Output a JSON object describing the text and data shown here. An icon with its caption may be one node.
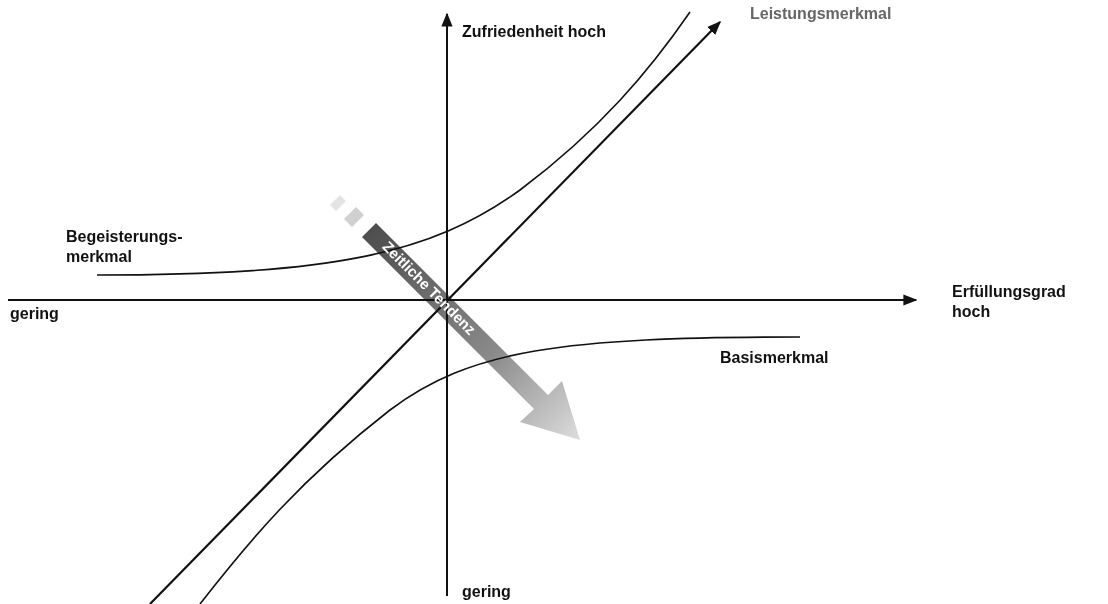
{
  "diagram": {
    "labels": [
      "Zufriedenheit hoch",
      "Leistungsmerkmal",
      "Begeisterungs-merkmal",
      "gering",
      "Erfüllungsgrad hoch",
      "Zeitliche Tendenz",
      "Basismerkmal",
      "gering"
    ]
  }
}
